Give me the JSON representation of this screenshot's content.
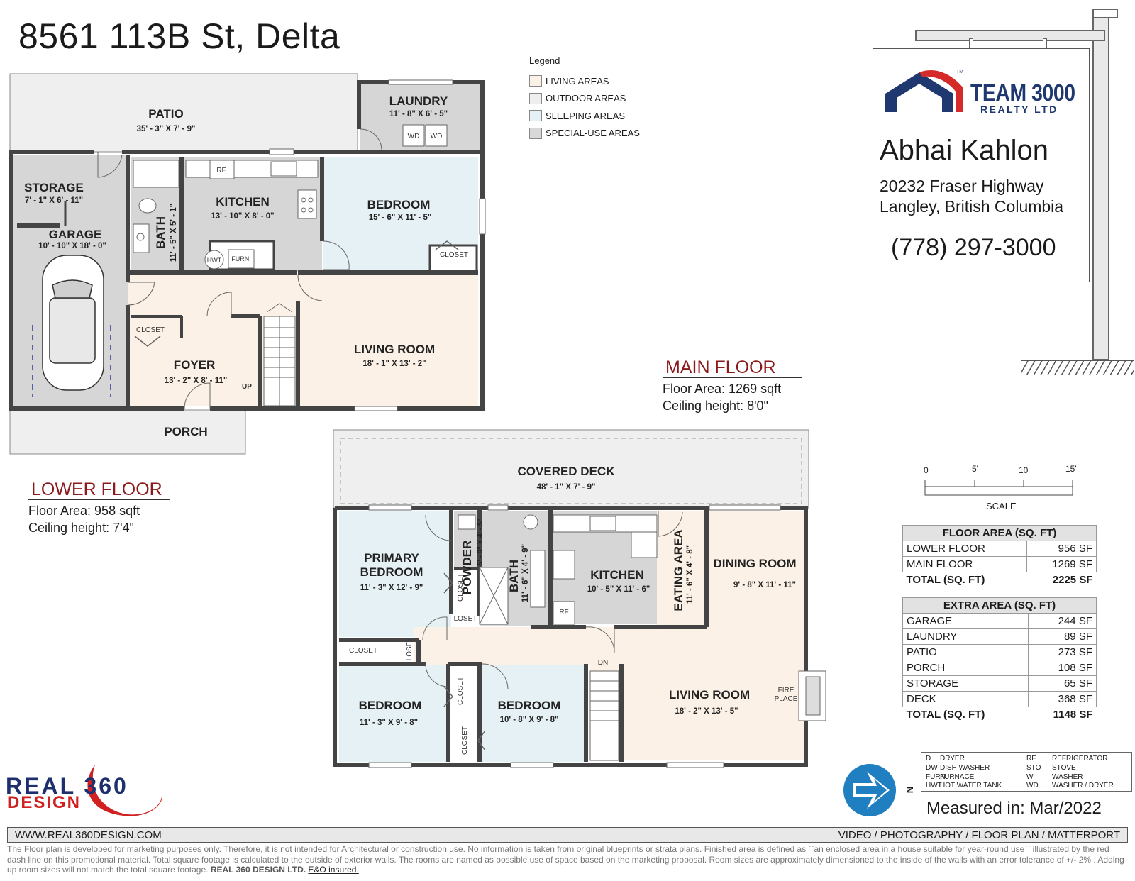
{
  "header": {
    "address": "8561 113B St, Delta"
  },
  "legend": {
    "title": "Legend",
    "items": [
      {
        "label": "LIVING AREAS",
        "color": "#fcf1e6"
      },
      {
        "label": "OUTDOOR AREAS",
        "color": "#eeeeee"
      },
      {
        "label": "SLEEPING AREAS",
        "color": "#e6f1f5"
      },
      {
        "label": "SPECIAL-USE AREAS",
        "color": "#d8d8d8"
      }
    ]
  },
  "sign": {
    "brand_name": "TEAM 3000",
    "brand_sub": "REALTY LTD",
    "brand_mark": "TM",
    "agent_name": "Abhai Kahlon",
    "address_line1": "20232 Fraser Highway",
    "address_line2": "Langley, British Columbia",
    "phone": "(778) 297-3000"
  },
  "lower_floor": {
    "title": "LOWER FLOOR",
    "area": "Floor Area: 958 sqft",
    "ceiling": "Ceiling height: 7'4\"",
    "rooms": {
      "patio": {
        "name": "PATIO",
        "dims": "35' - 3\" X 7' - 9\""
      },
      "laundry": {
        "name": "LAUNDRY",
        "dims": "11' - 8\" X 6' - 5\""
      },
      "storage": {
        "name": "STORAGE",
        "dims": "7' - 1\" X 6' - 11\""
      },
      "garage": {
        "name": "GARAGE",
        "dims": "10' - 10\" X 18' - 0\""
      },
      "bath": {
        "name": "BATH",
        "dims": "11' - 5\" X 5' - 1\""
      },
      "kitchen": {
        "name": "KITCHEN",
        "dims": "13' - 10\" X 8' - 0\""
      },
      "bedroom": {
        "name": "BEDROOM",
        "dims": "15' - 6\" X 11' - 5\""
      },
      "foyer": {
        "name": "FOYER",
        "dims": "13' - 2\" X 8' - 11\""
      },
      "living": {
        "name": "LIVING ROOM",
        "dims": "18' - 1\" X 13' - 2\""
      },
      "porch": {
        "name": "PORCH"
      }
    },
    "labels": {
      "closet": "CLOSET",
      "rf": "RF",
      "wd": "WD",
      "hwt": "HWT",
      "furn": "FURN.",
      "up": "UP"
    }
  },
  "main_floor": {
    "title": "MAIN FLOOR",
    "area": "Floor Area: 1269 sqft",
    "ceiling": "Ceiling height: 8'0\"",
    "rooms": {
      "deck": {
        "name": "COVERED DECK",
        "dims": "48' - 1\" X 7' - 9\""
      },
      "primary_l1": "PRIMARY",
      "primary_l2": "BEDROOM",
      "primary_dims": "11' - 3\" X 12' - 9\"",
      "powder": {
        "name": "POWDER",
        "dims": "5' - 9\" X 4' - 5\""
      },
      "bath": {
        "name": "BATH",
        "dims": "11' - 6\" X 4' - 9\""
      },
      "kitchen": {
        "name": "KITCHEN",
        "dims": "10' - 5\" X 11' - 6\""
      },
      "eating": {
        "name": "EATING AREA",
        "dims": "11' - 6\" X 4' - 8\""
      },
      "dining": {
        "name": "DINING ROOM",
        "dims": "9' - 8\" X 11' - 11\""
      },
      "bedroom2": {
        "name": "BEDROOM",
        "dims": "11' - 3\" X 9' - 8\""
      },
      "bedroom3": {
        "name": "BEDROOM",
        "dims": "10' - 8\" X 9' - 8\""
      },
      "living": {
        "name": "LIVING ROOM",
        "dims": "18' - 2\" X 13' - 5\""
      }
    },
    "labels": {
      "closet": "CLOSET",
      "closet_cut": "LOSET",
      "closet_cut2": "LOSE",
      "dn": "DN",
      "fire1": "FIRE",
      "fire2": "PLACE",
      "rf": "RF"
    }
  },
  "scale": {
    "ticks": [
      "0",
      "5'",
      "10'",
      "15'"
    ],
    "label": "SCALE"
  },
  "floor_area_table": {
    "header": "FLOOR AREA (SQ. FT)",
    "rows": [
      {
        "label": "LOWER FLOOR",
        "value": "956 SF"
      },
      {
        "label": "MAIN FLOOR",
        "value": "1269 SF"
      }
    ],
    "total": {
      "label": "TOTAL (SQ. FT)",
      "value": "2225 SF"
    }
  },
  "extra_area_table": {
    "header": "EXTRA AREA (SQ. FT)",
    "rows": [
      {
        "label": "GARAGE",
        "value": "244 SF"
      },
      {
        "label": "LAUNDRY",
        "value": "89 SF"
      },
      {
        "label": "PATIO",
        "value": "273 SF"
      },
      {
        "label": "PORCH",
        "value": "108 SF"
      },
      {
        "label": "STORAGE",
        "value": "65 SF"
      },
      {
        "label": "DECK",
        "value": "368 SF"
      }
    ],
    "total": {
      "label": "TOTAL (SQ. FT)",
      "value": "1148 SF"
    }
  },
  "abbreviations": [
    {
      "code": "D",
      "meaning": "DRYER",
      "code2": "RF",
      "meaning2": "REFRIGERATOR"
    },
    {
      "code": "DW",
      "meaning": "DISH WASHER",
      "code2": "STO",
      "meaning2": "STOVE"
    },
    {
      "code": "FURN.",
      "meaning": "FURNACE",
      "code2": "W",
      "meaning2": "WASHER"
    },
    {
      "code": "HWT",
      "meaning": "HOT WATER TANK",
      "code2": "WD",
      "meaning2": "WASHER / DRYER"
    }
  ],
  "compass": {
    "label": "N"
  },
  "measured": {
    "label": "Measured in:",
    "date": "Mar/2022"
  },
  "footer": {
    "website": "WWW.REAL360DESIGN.COM",
    "services": "VIDEO / PHOTOGRAPHY / FLOOR PLAN / MATTERPORT",
    "brand_top": "REAL",
    "brand_num": "360",
    "brand_bottom": "DESIGN",
    "disclaimer_1": "The Floor plan is developed for marketing purposes only. Therefore, it is not intended for Architectural or construction use. No information is taken from original blueprints or strata plans. Finished area is defined as ``an enclosed area in a house suitable for year-round use`` illustrated by the red dash line on this promotional material. Total square footage is calculated to the outside of exterior walls. The rooms are named as possible use of space based on the marketing proposal. Room sizes are approximately dimensioned to the inside of the walls with an error tolerance of +/- 2% . Adding up room sizes will not match the total square footage.",
    "disclaimer_company": "REAL 360 DESIGN LTD.",
    "disclaimer_eo": "E&O insured."
  }
}
